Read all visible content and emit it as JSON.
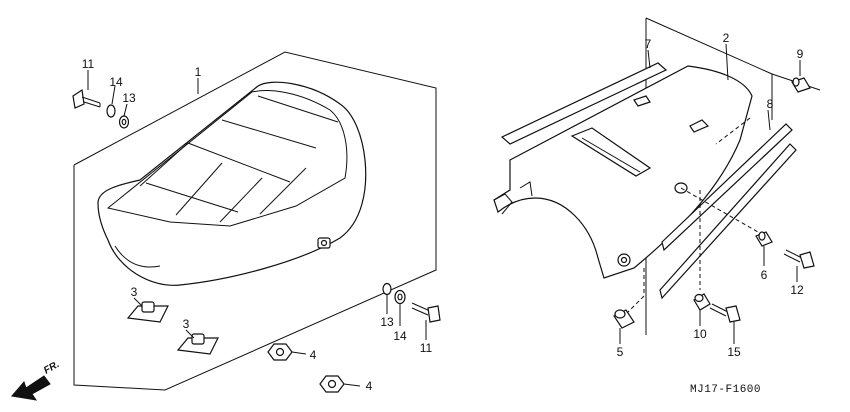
{
  "diagram_code": "MJ17-F1600",
  "direction_label": "FR.",
  "callouts": [
    {
      "id": "c1",
      "text": "1"
    },
    {
      "id": "c2",
      "text": "2"
    },
    {
      "id": "c3a",
      "text": "3"
    },
    {
      "id": "c3b",
      "text": "3"
    },
    {
      "id": "c4a",
      "text": "4"
    },
    {
      "id": "c4b",
      "text": "4"
    },
    {
      "id": "c5",
      "text": "5"
    },
    {
      "id": "c6",
      "text": "6"
    },
    {
      "id": "c7",
      "text": "7"
    },
    {
      "id": "c8",
      "text": "8"
    },
    {
      "id": "c9",
      "text": "9"
    },
    {
      "id": "c10",
      "text": "10"
    },
    {
      "id": "c11a",
      "text": "11"
    },
    {
      "id": "c11b",
      "text": "11"
    },
    {
      "id": "c12",
      "text": "12"
    },
    {
      "id": "c13a",
      "text": "13"
    },
    {
      "id": "c13b",
      "text": "13"
    },
    {
      "id": "c14a",
      "text": "14"
    },
    {
      "id": "c14b",
      "text": "14"
    },
    {
      "id": "c15",
      "text": "15"
    }
  ]
}
